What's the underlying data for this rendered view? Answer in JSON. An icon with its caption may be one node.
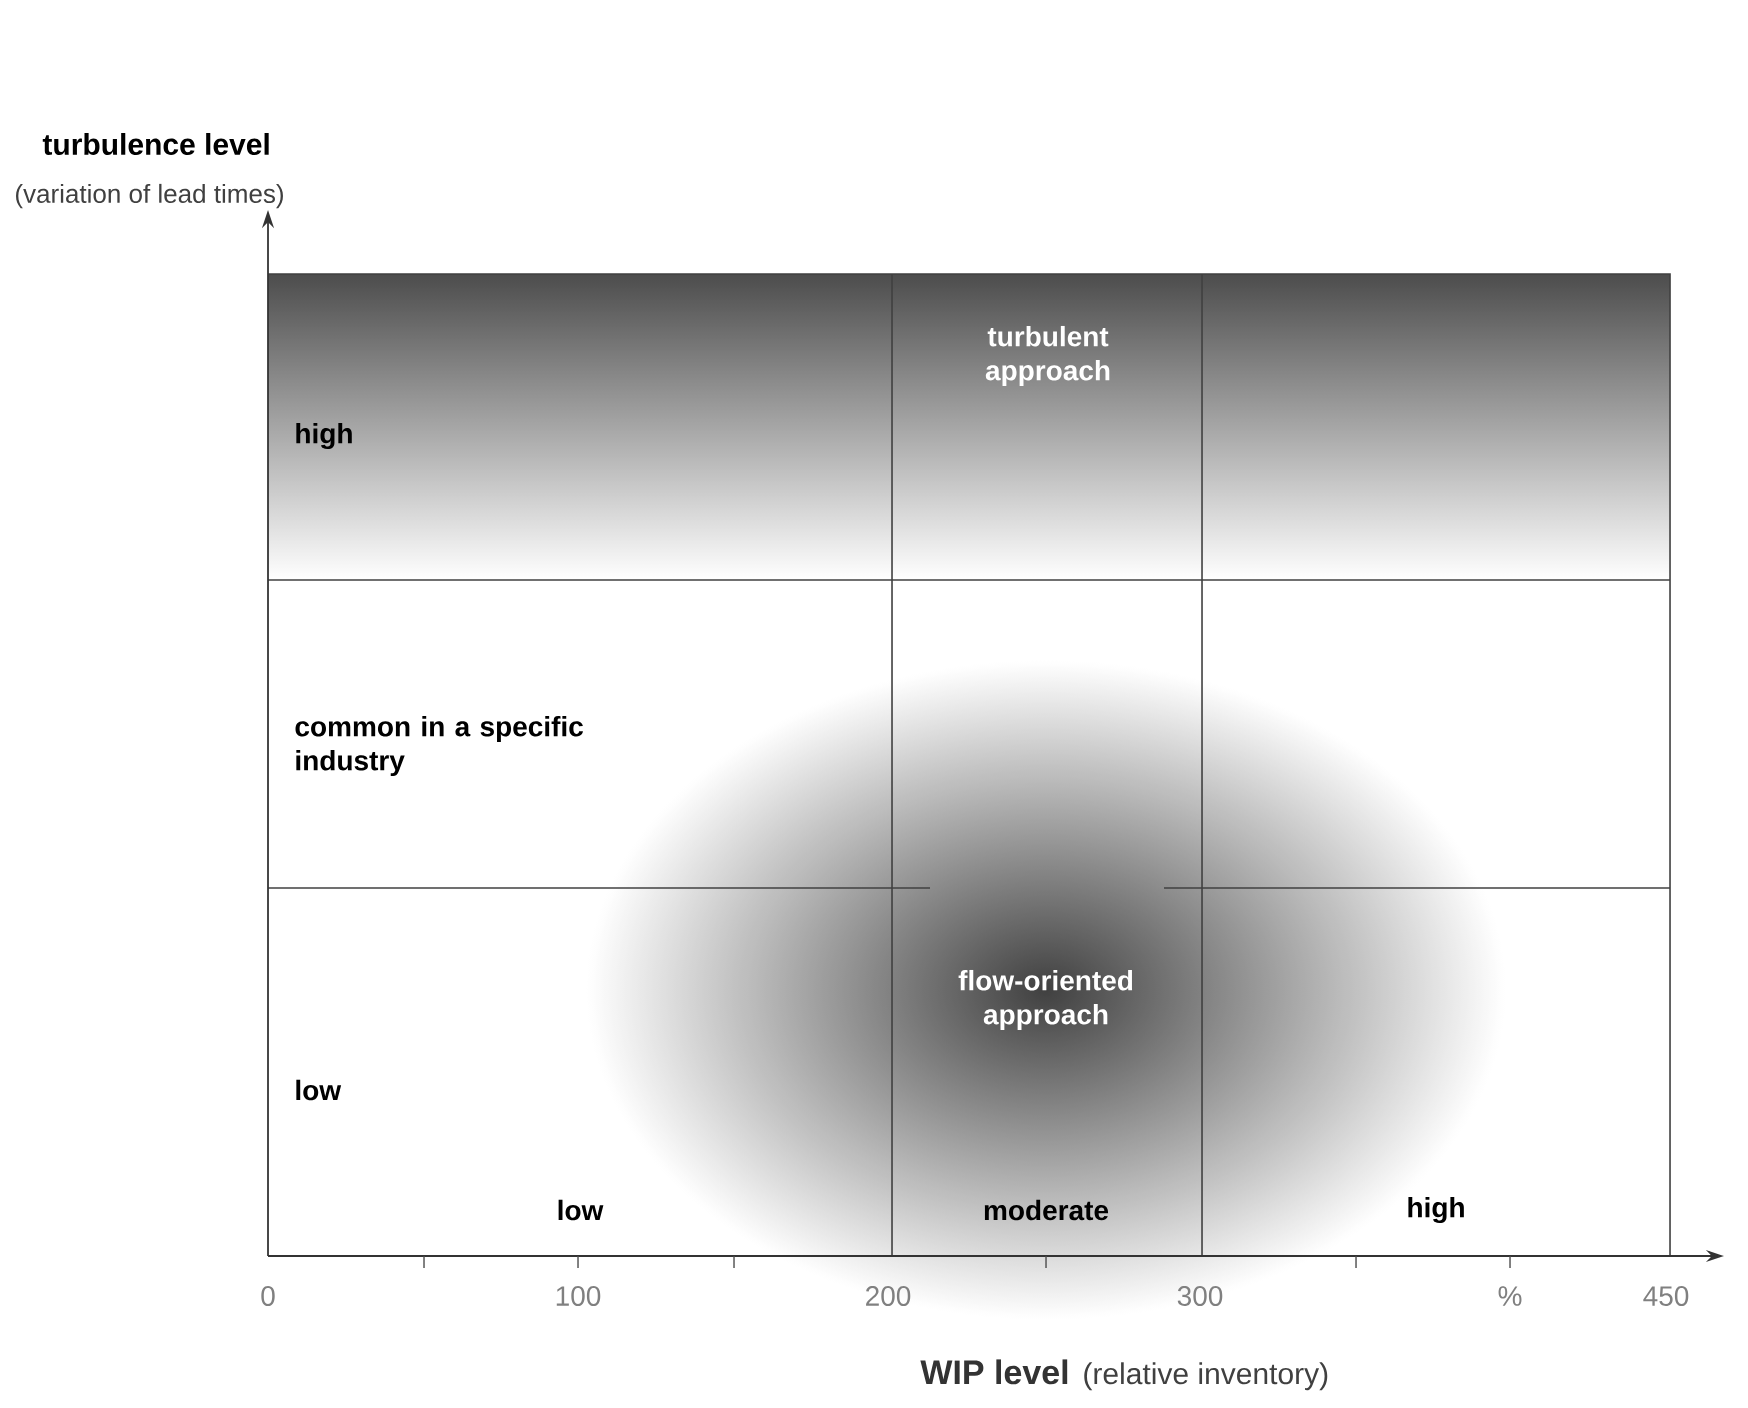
{
  "diagram": {
    "labels": [
      "turbulence level",
      "(variation of lead times)",
      "turbulent approach",
      "high",
      "common in a specific industry",
      "flow-oriented approach",
      "low",
      "low",
      "moderate",
      "high",
      "0",
      "100",
      "200",
      "300",
      "%",
      "450",
      "WIP level",
      "(relative inventory)"
    ]
  }
}
